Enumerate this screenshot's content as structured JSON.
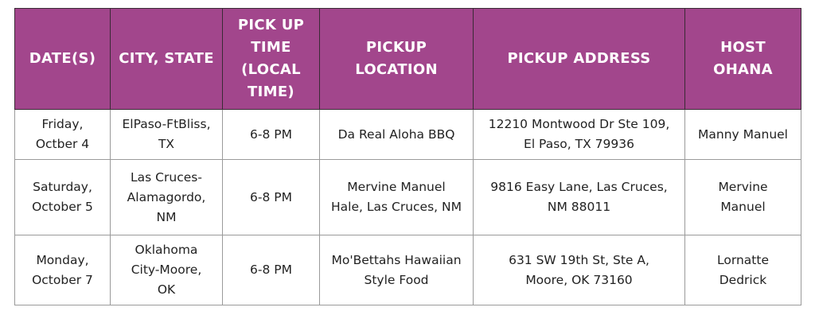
{
  "headers": [
    [
      "DATE(S)"
    ],
    [
      "CITY, STATE"
    ],
    [
      "PICK UP",
      "TIME",
      "(LOCAL",
      "TIME)"
    ],
    [
      "PICKUP",
      "LOCATION"
    ],
    [
      "PICKUP ADDRESS"
    ],
    [
      "HOST",
      "OHANA"
    ]
  ],
  "rows": [
    [
      [
        "Friday,",
        "Octber 4"
      ],
      [
        "ElPaso-FtBliss,",
        "TX"
      ],
      [
        "6-8 PM"
      ],
      [
        "Da Real Aloha BBQ"
      ],
      [
        "12210 Montwood Dr Ste 109,",
        "El Paso, TX 79936"
      ],
      [
        "Manny Manuel"
      ]
    ],
    [
      [
        "Saturday,",
        "October 5"
      ],
      [
        "Las Cruces-",
        "Alamagordo,",
        "NM"
      ],
      [
        "6-8 PM"
      ],
      [
        "Mervine Manuel",
        "Hale, Las Cruces, NM"
      ],
      [
        "9816 Easy Lane, Las Cruces,",
        "NM 88011"
      ],
      [
        "Mervine",
        "Manuel"
      ]
    ],
    [
      [
        "Monday,",
        "October 7"
      ],
      [
        "Oklahoma",
        "City-Moore,",
        "OK"
      ],
      [
        "6-8 PM"
      ],
      [
        "Mo'Bettahs Hawaiian",
        "Style Food"
      ],
      [
        "631 SW 19th St, Ste A,",
        "Moore, OK 73160"
      ],
      [
        "Lornatte",
        "Dedrick"
      ]
    ]
  ]
}
